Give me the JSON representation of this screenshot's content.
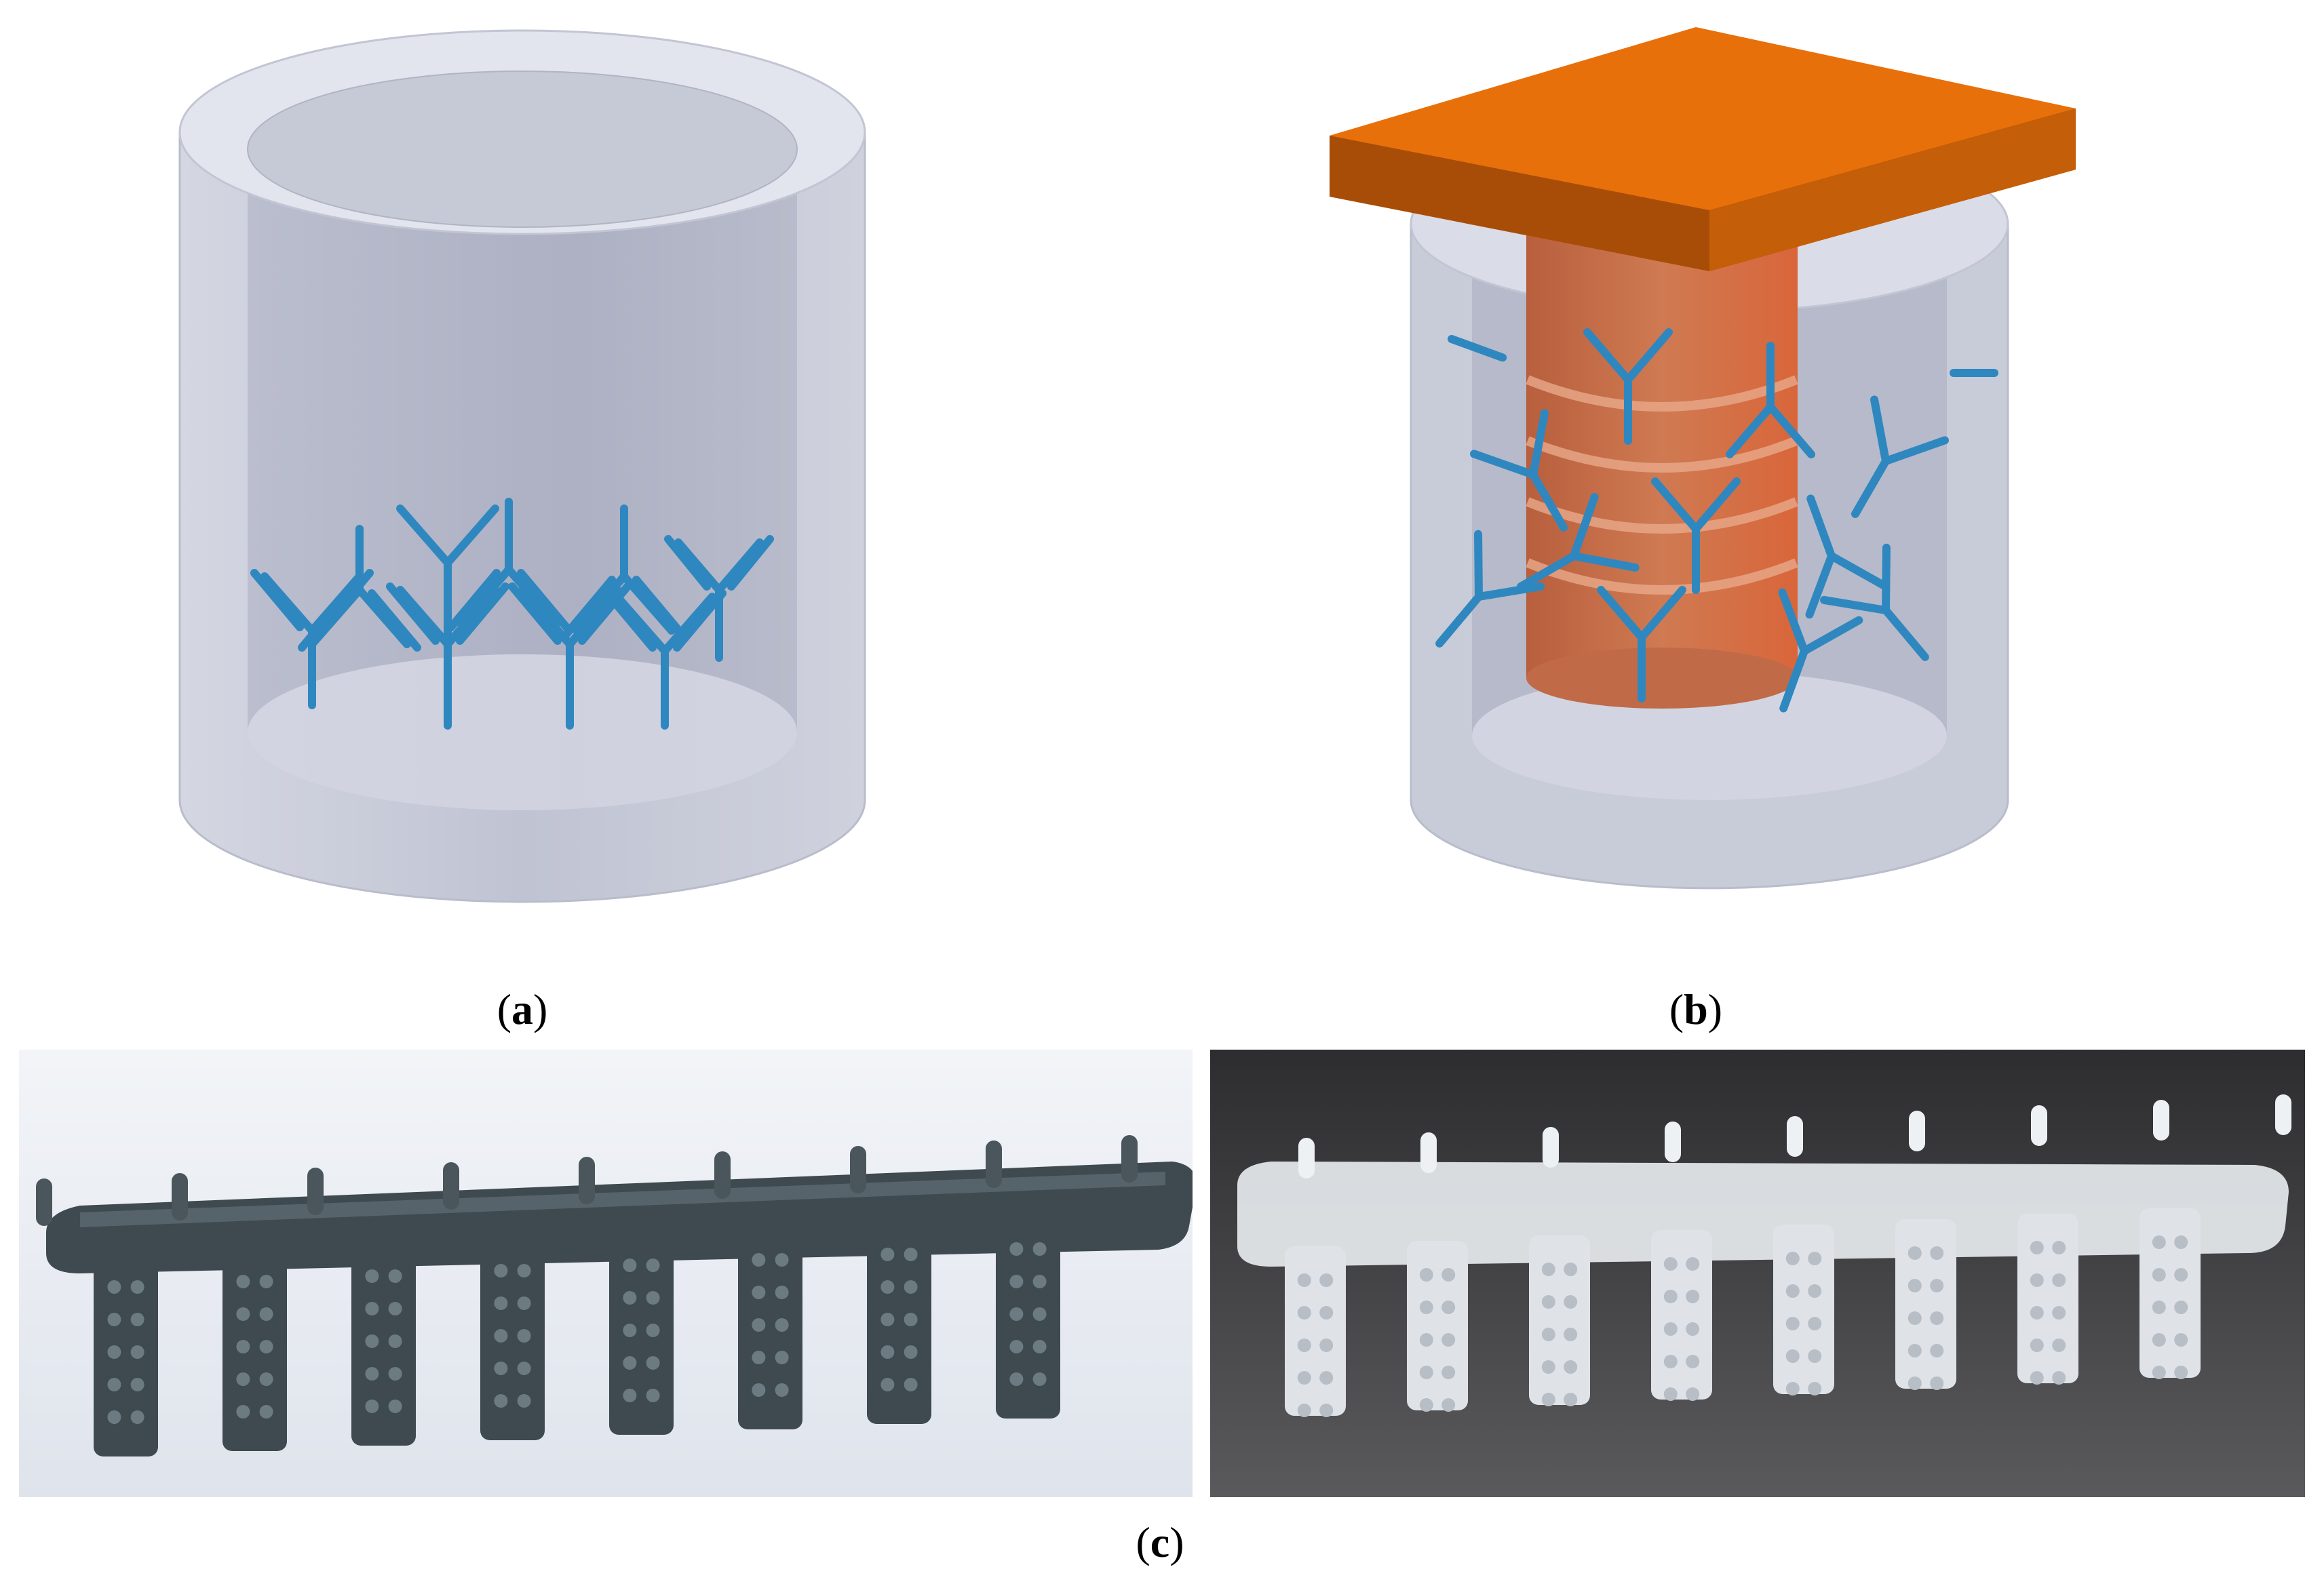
{
  "captions": {
    "a": "a",
    "b": "b",
    "c": "c"
  },
  "colors": {
    "cylinder_glass": "#c5c8d6",
    "antibody": "#2f87bf",
    "plate": "#e8700a",
    "plunger": "#c9714a",
    "printed_part_render": "#3e4a50",
    "photo_background": "#4b4b4d",
    "printed_part_photo": "#e6eaee"
  }
}
